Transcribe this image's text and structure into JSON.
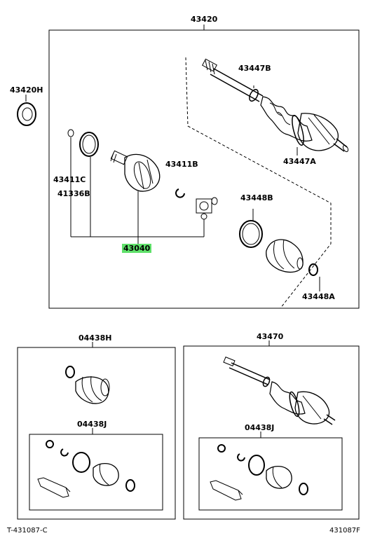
{
  "labels": {
    "p43420": "43420",
    "p43420H": "43420H",
    "p43447B": "43447B",
    "p43447A": "43447A",
    "p43411B": "43411B",
    "p43411C": "43411C",
    "p41336B": "41336B",
    "p43448B": "43448B",
    "p43448A": "43448A",
    "p43040": "43040",
    "p04438H": "04438H",
    "p04438J_left": "04438J",
    "p43470": "43470",
    "p04438J_right": "04438J",
    "code_left": "T-431087-C",
    "code_right": "431087F"
  },
  "colors": {
    "highlight": "#5fe06a",
    "line": "#000000"
  }
}
